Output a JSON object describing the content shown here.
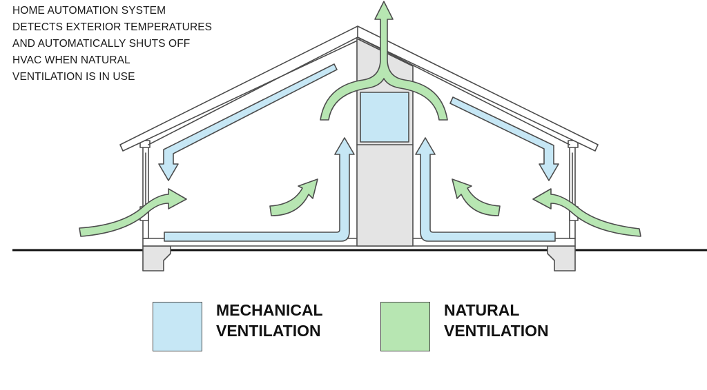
{
  "note": "HOME AUTOMATION SYSTEM\nDETECTS EXTERIOR TEMPERATURES\nAND AUTOMATICALLY SHUTS OFF\nHVAC WHEN NATURAL\nVENTILATION IS IN USE",
  "legend": {
    "mechanical": {
      "label": "MECHANICAL\nVENTILATION",
      "color": "#c6e7f5"
    },
    "natural": {
      "label": "NATURAL\nVENTILATION",
      "color": "#b7e6b2"
    }
  },
  "colors": {
    "outline": "#4d4d4d",
    "mech_fill": "#c6e7f5",
    "nat_fill": "#b7e6b2",
    "chase_fill": "#e4e4e4",
    "ground": "#111111"
  }
}
